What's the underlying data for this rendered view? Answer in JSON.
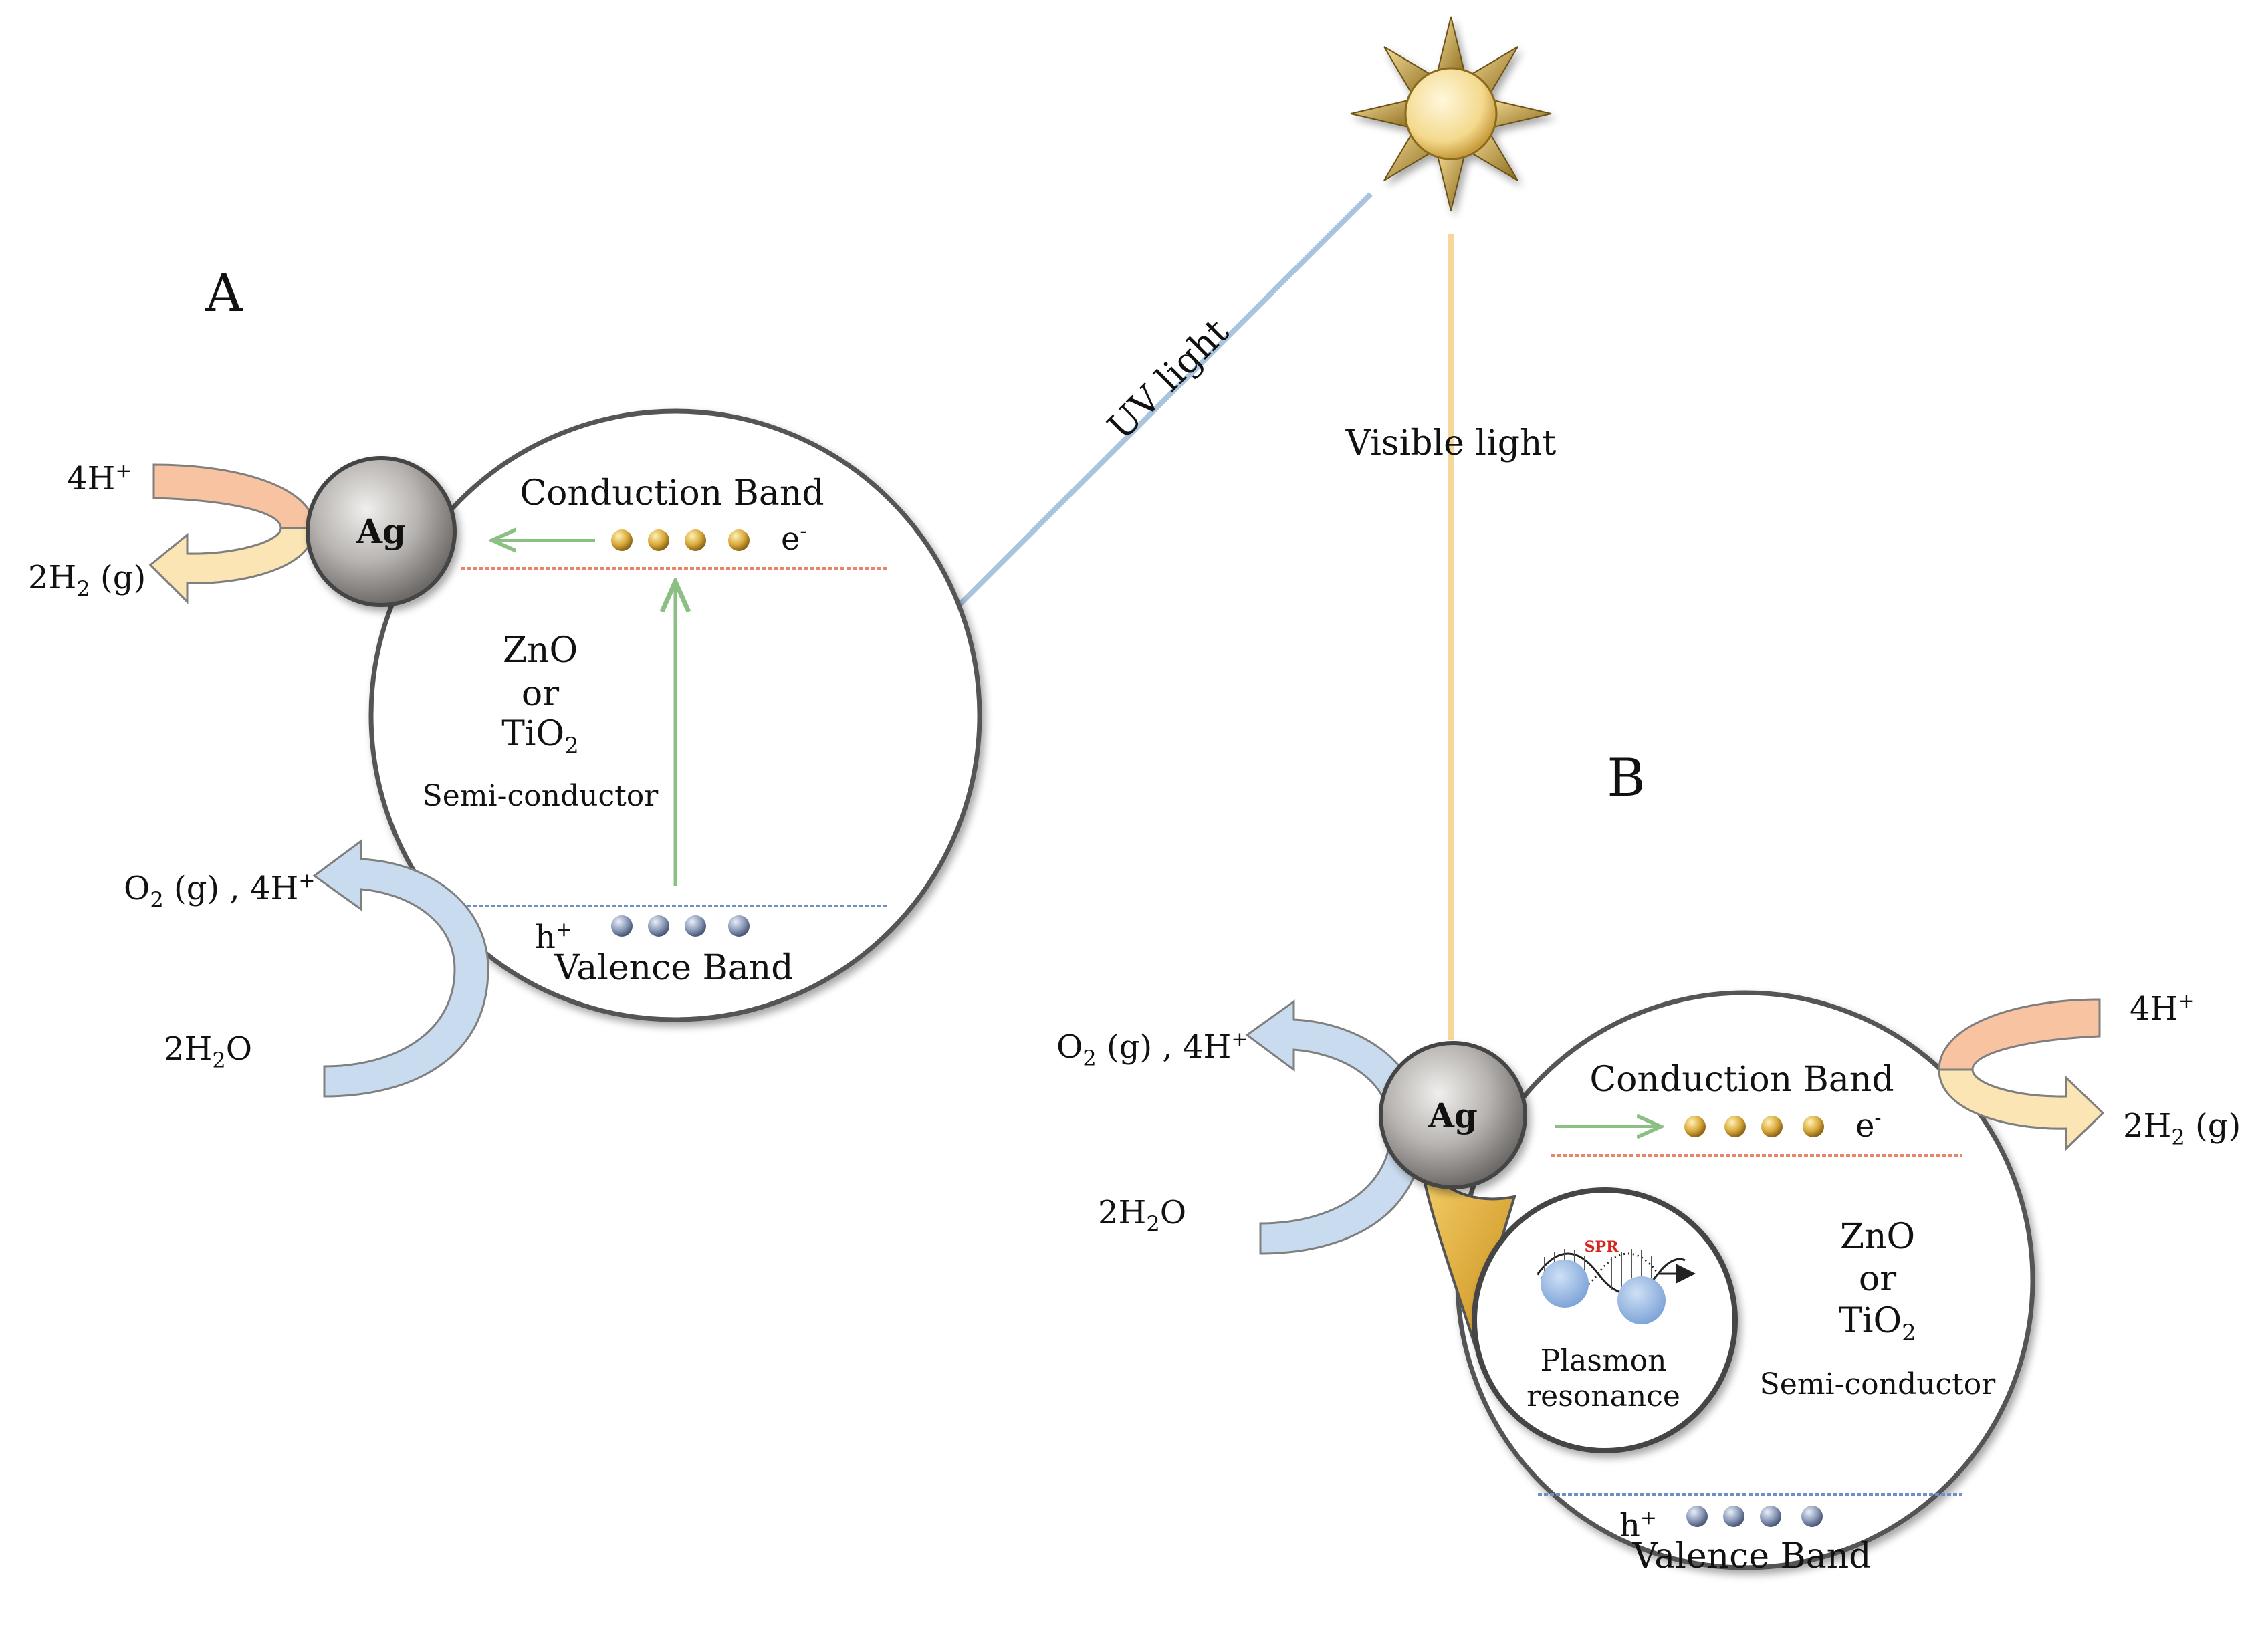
{
  "panels": {
    "a": {
      "letter": "A",
      "conduction_band": "Conduction Band",
      "valence_band": "Valence Band",
      "electron": "e",
      "electron_sup": "-",
      "hole": "h",
      "hole_sup": "+",
      "material_line1": "ZnO",
      "material_line2": "or",
      "material_line3_main": "TiO",
      "material_line3_sub": "2",
      "semiconductor": "Semi-conductor",
      "ag": "Ag",
      "h_plus_in": "4H",
      "h_plus_in_sup": "+",
      "h2_out_main": "2H",
      "h2_out_sub": "2",
      "h2_out_tail": " (g)",
      "o2_out_main": "O",
      "o2_out_sub": "2",
      "o2_out_tail": " (g) , 4H",
      "o2_out_sup": "+",
      "water_main": "2H",
      "water_sub": "2",
      "water_tail": "O"
    },
    "b": {
      "letter": "B",
      "conduction_band": "Conduction Band",
      "valence_band": "Valence Band",
      "electron": "e",
      "electron_sup": "-",
      "hole": "h",
      "hole_sup": "+",
      "material_line1": "ZnO",
      "material_line2": "or",
      "material_line3_main": "TiO",
      "material_line3_sub": "2",
      "semiconductor": "Semi-conductor",
      "ag": "Ag",
      "spr": "SPR",
      "plasmon_line1": "Plasmon",
      "plasmon_line2": "resonance",
      "h_plus_in": "4H",
      "h_plus_in_sup": "+",
      "h2_out_main": "2H",
      "h2_out_sub": "2",
      "h2_out_tail": " (g)",
      "o2_out_main": "O",
      "o2_out_sub": "2",
      "o2_out_tail": " (g) , 4H",
      "o2_out_sup": "+",
      "water_main": "2H",
      "water_sub": "2",
      "water_tail": "O"
    }
  },
  "light": {
    "uv": "UV light",
    "visible": "Visible light"
  },
  "colors": {
    "uv_beam": "#a9c4dc",
    "visible_beam": "#f6d79a",
    "electron_ball": "#d9a93a",
    "hole_ball": "#8a99b8",
    "green_arrow": "#8cbf84",
    "cb_line": "#e8846a",
    "vb_line": "#6f8fc4",
    "orange_arrow": "#f7c3a0",
    "cream_arrow": "#fbe5b4",
    "blue_arrow": "#c9dcef",
    "sun": "#f3d98c",
    "ag_ball": "#a8a6a4",
    "plasmon_cone": "#e9b43c",
    "spr_text": "#d6241f"
  },
  "icons": [
    "sun-icon",
    "silver-nanoparticle-icon",
    "plasmon-wave-icon"
  ]
}
